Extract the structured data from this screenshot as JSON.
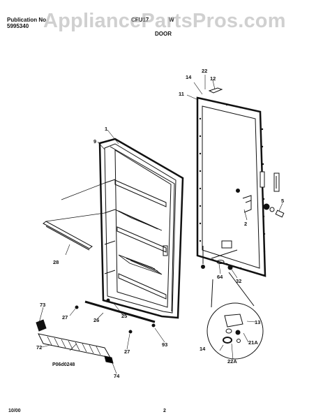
{
  "header": {
    "publication_label": "Publication No",
    "publication_number": "5995340",
    "model": "CFU17",
    "model_suffix": "W",
    "section_title": "DOOR"
  },
  "watermark": "AppliancePartsPros.com",
  "diagram": {
    "code": "P06d0248",
    "callouts": [
      "1",
      "2",
      "5",
      "9",
      "11",
      "12",
      "13",
      "14",
      "14",
      "21A",
      "22",
      "22A",
      "25",
      "26",
      "27",
      "27",
      "28",
      "32",
      "64",
      "73",
      "72",
      "74",
      "93"
    ]
  },
  "footer": {
    "date": "10/00",
    "page": "2"
  }
}
